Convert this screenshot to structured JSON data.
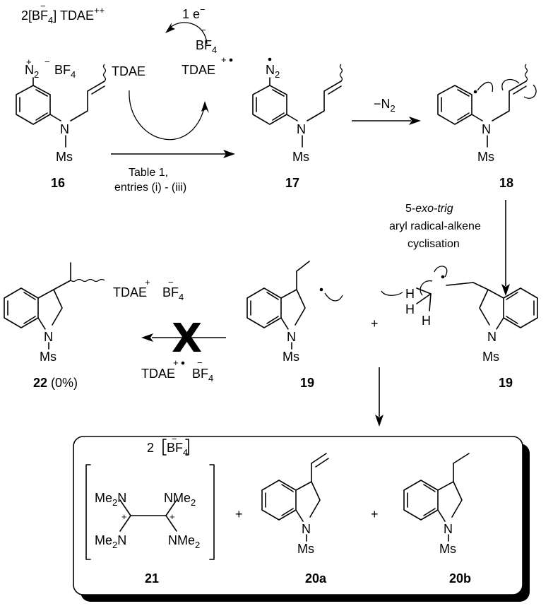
{
  "reagents": {
    "tdae": "TDAE",
    "tdae_dication_prefix": "2[",
    "bf4_b": "BF",
    "bf4_4": "4",
    "bf4_close": "] TDAE",
    "plus_plus": "++",
    "one_e": "1 e",
    "minus": "−",
    "plus": "+",
    "conditions_line1": "Table 1,",
    "conditions_line2": "entries (i) - (iii)",
    "minus_n2": "−N",
    "n2_sub": "2"
  },
  "atoms": {
    "N": "N",
    "N2": "N",
    "two": "2",
    "Ms": "Ms",
    "H": "H",
    "Me2N": "Me",
    "NMe2": "NMe",
    "plus": "+",
    "charge_plus": "+"
  },
  "step_label": {
    "line1_pre": "5-",
    "line1_italic": "exo-trig",
    "line2": "aryl radical-alkene",
    "line3": "cyclisation"
  },
  "compounds": {
    "c16": "16",
    "c17": "17",
    "c18": "18",
    "c19a": "19",
    "c19b": "19",
    "c22": "22",
    "c22_yield": " (0%)",
    "c21": "21",
    "c20a": "20a",
    "c20b": "20b"
  },
  "products_box": {
    "two_bf4_prefix": "2",
    "plus1": "+",
    "plus2": "+"
  },
  "middle_plus": "+"
}
